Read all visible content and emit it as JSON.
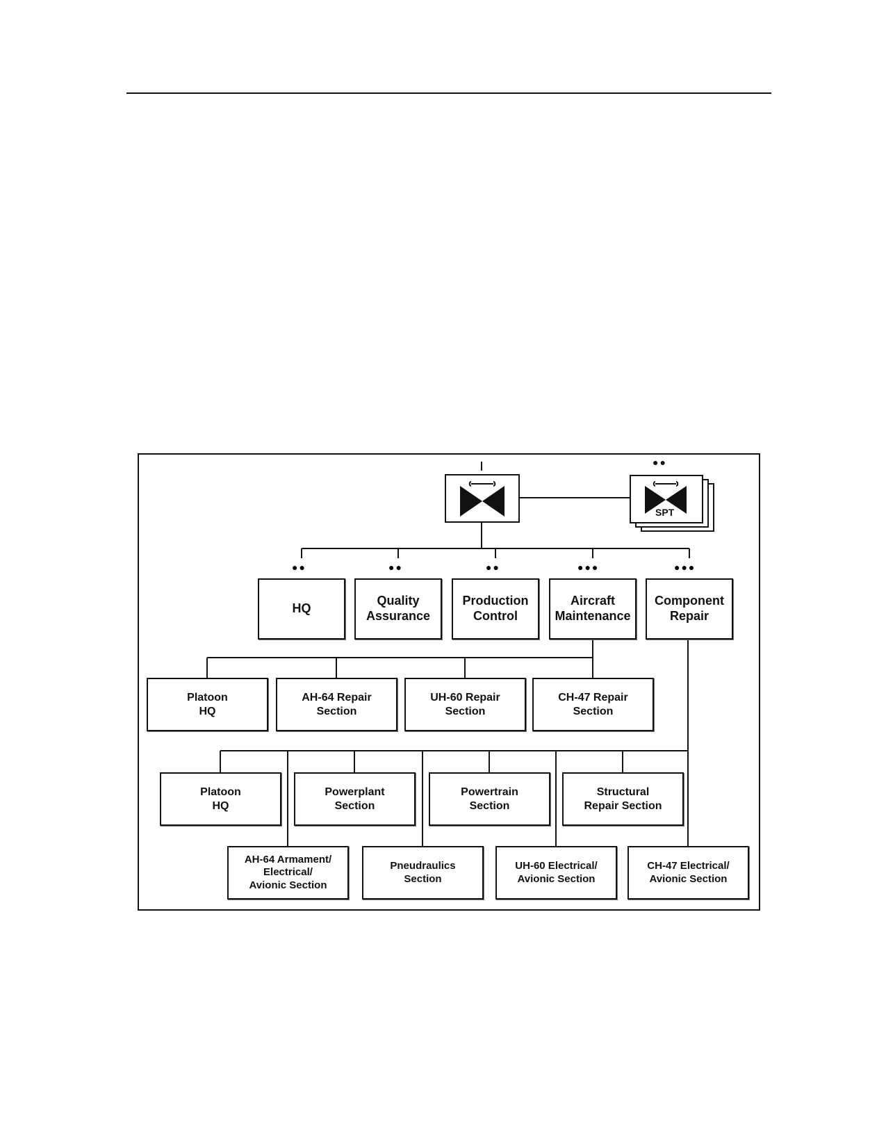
{
  "org_chart": {
    "unit": {
      "echelon": "I",
      "icon": "aviation-maintenance-bowtie-wrench-icon"
    },
    "attached": {
      "echelon": "●●",
      "label": "SPT",
      "icon": "aviation-maintenance-bowtie-wrench-icon"
    },
    "sections": [
      {
        "label": "HQ",
        "echelon": "●●"
      },
      {
        "label": "Quality\nAssurance",
        "echelon": "●●"
      },
      {
        "label": "Production\nControl",
        "echelon": "●●"
      },
      {
        "label": "Aircraft\nMaintenance",
        "echelon": "●●●"
      },
      {
        "label": "Component\nRepair",
        "echelon": "●●●"
      }
    ],
    "aircraft_maintenance_subunits": [
      "Platoon\nHQ",
      "AH-64 Repair\nSection",
      "UH-60 Repair\nSection",
      "CH-47 Repair\nSection"
    ],
    "component_repair_subunits_row1": [
      "Platoon\nHQ",
      "Powerplant\nSection",
      "Powertrain\nSection",
      "Structural\nRepair Section"
    ],
    "component_repair_subunits_row2": [
      "AH-64 Armament/\nElectrical/\nAvionic Section",
      "Pneudraulics\nSection",
      "UH-60 Electrical/\nAvionic Section",
      "CH-47 Electrical/\nAvionic Section"
    ]
  }
}
